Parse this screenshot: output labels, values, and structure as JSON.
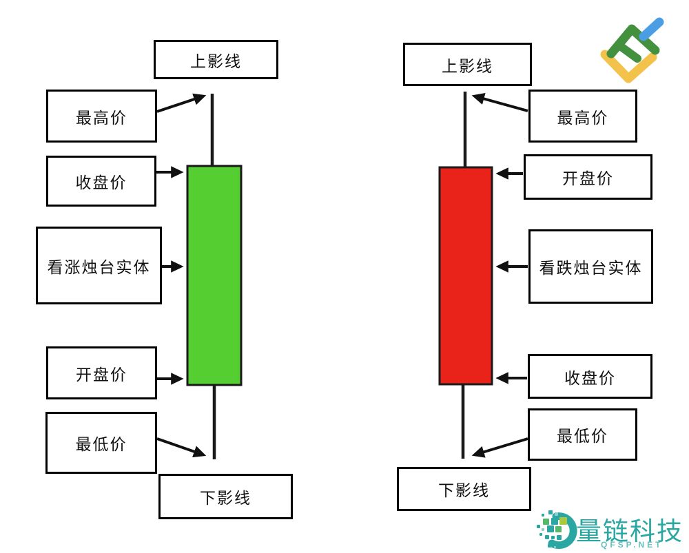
{
  "left": {
    "direction": "bullish",
    "candle_color": "#55CE32",
    "labels": {
      "upper_shadow": "上影线",
      "highest_price": "最高价",
      "closing_price": "收盘价",
      "body": "看涨烛台实体",
      "opening_price": "开盘价",
      "lowest_price": "最低价",
      "lower_shadow": "下影线"
    }
  },
  "right": {
    "direction": "bearish",
    "candle_color": "#E9221A",
    "labels": {
      "upper_shadow": "上影线",
      "highest_price": "最高价",
      "opening_price": "开盘价",
      "body": "看跌烛台实体",
      "closing_price": "收盘价",
      "lowest_price": "最低价",
      "lower_shadow": "下影线"
    }
  },
  "branding": {
    "top_right_mark": "litefinance-diamond-mark",
    "mark_colors": {
      "yellow": "#F3C24A",
      "green": "#43913F",
      "blue": "#4C9EE4"
    },
    "bottom_right": {
      "company_name": "量链科技",
      "website": "QFSP.NET",
      "brand_color": "#2BA7A3"
    }
  }
}
